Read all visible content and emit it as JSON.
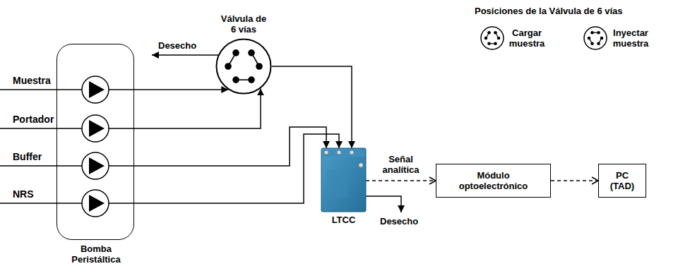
{
  "diagram": {
    "nodes": [
      {
        "text": [
          "Bomba Peristáltica"
        ]
      },
      {
        "text": [
          "Válvula de 6 vías"
        ]
      },
      {
        "text": [
          "LTCC"
        ]
      },
      {
        "text": [
          "Módulo optoelectrónico"
        ]
      },
      {
        "text": [
          "PC (TAD)"
        ]
      }
    ],
    "edges": [
      {
        "from": 0,
        "to": 1,
        "arrow": "to"
      },
      {
        "from": 0,
        "to": 1,
        "arrow": "to"
      },
      {
        "from": 0,
        "to": 2,
        "arrow": "to"
      },
      {
        "from": 0,
        "to": 2,
        "arrow": "to"
      },
      {
        "from": 1,
        "to": 2,
        "arrow": "to"
      },
      {
        "from": 2,
        "to": 3,
        "label": "Señal analítica",
        "arrow": "to"
      },
      {
        "from": 3,
        "to": 4,
        "arrow": "to"
      }
    ],
    "labels": [
      "Muestra",
      "Portador",
      "Buffer",
      "NRS",
      "Desecho",
      "Desecho",
      "Posiciones de la Válvula de 6 vías"
    ],
    "legend": [
      {
        "text": "Cargar muestra"
      },
      {
        "text": "Inyectar muestra"
      }
    ]
  }
}
